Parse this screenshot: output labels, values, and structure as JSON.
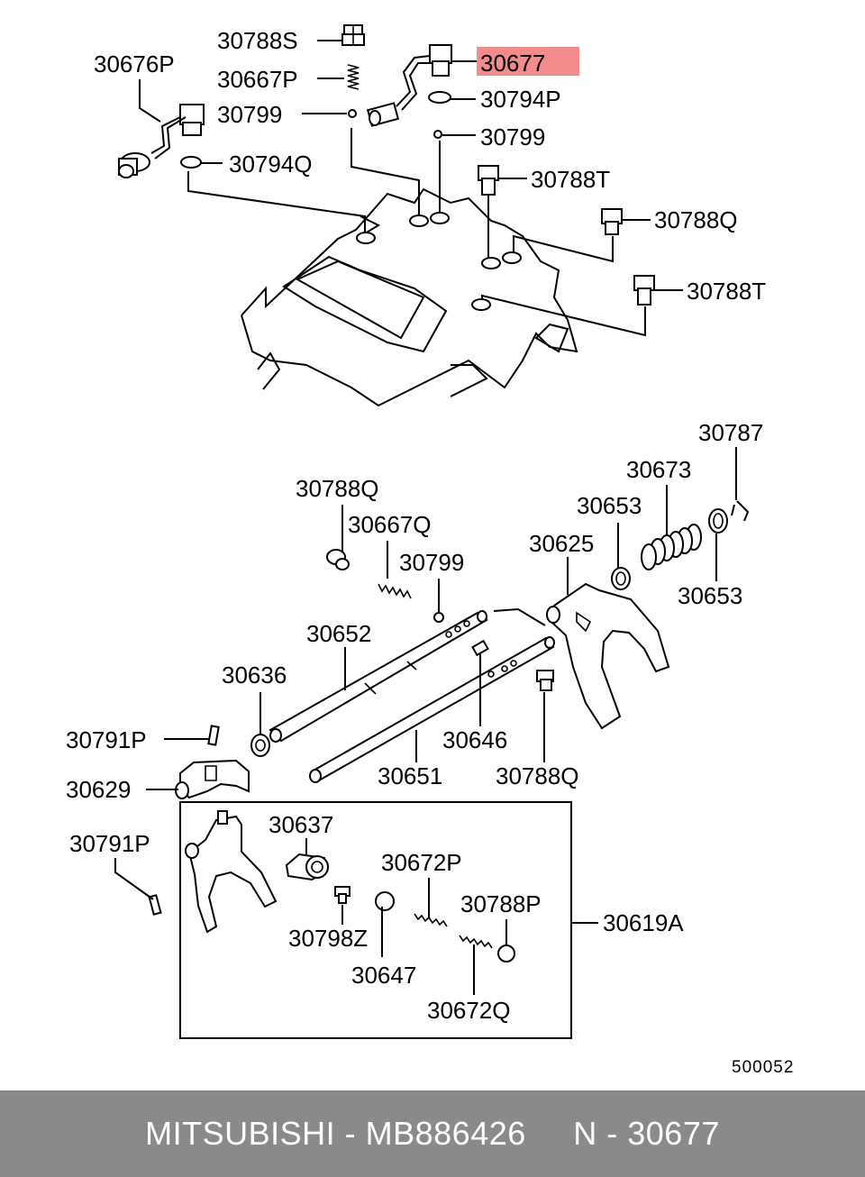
{
  "labels": {
    "p30788S": "30788S",
    "p30676P": "30676P",
    "p30667P": "30667P",
    "p30799a": "30799",
    "p30677": "30677",
    "p30794P": "30794P",
    "p30799b": "30799",
    "p30794Q": "30794Q",
    "p30788T_1": "30788T",
    "p30788Q_1": "30788Q",
    "p30788T_2": "30788T",
    "p30787": "30787",
    "p30673": "30673",
    "p30788Q_2": "30788Q",
    "p30653_1": "30653",
    "p30667Q": "30667Q",
    "p30625": "30625",
    "p30799c": "30799",
    "p30653_2": "30653",
    "p30652": "30652",
    "p30636": "30636",
    "p30646": "30646",
    "p30791P_1": "30791P",
    "p30651": "30651",
    "p30788Q_3": "30788Q",
    "p30629": "30629",
    "p30637": "30637",
    "p30791P_2": "30791P",
    "p30672P": "30672P",
    "p30788P": "30788P",
    "p30619A": "30619A",
    "p30798Z": "30798Z",
    "p30647": "30647",
    "p30672Q": "30672Q"
  },
  "diagram_code": "500052",
  "footer": {
    "text": "MITSUBISHI - MB886426     N - 30677"
  },
  "colors": {
    "highlight": "#f28b8b",
    "footer_bg": "#8a8a8a",
    "footer_text": "#ffffff"
  }
}
